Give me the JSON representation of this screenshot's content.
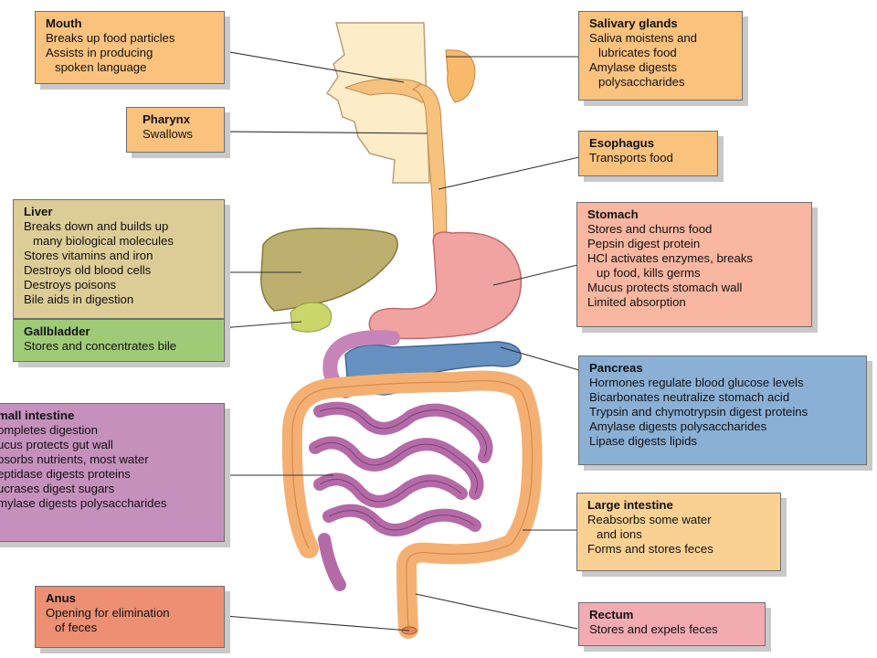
{
  "organs": {
    "mouth": {
      "title": "Mouth",
      "lines": [
        "Breaks up food particles",
        "Assists in producing",
        "spoken language"
      ]
    },
    "salivary": {
      "title": "Salivary glands",
      "lines": [
        "Saliva moistens and",
        "lubricates food",
        "Amylase digests",
        "polysaccharides"
      ]
    },
    "pharynx": {
      "title": "Pharynx",
      "lines": [
        "Swallows"
      ]
    },
    "esophagus": {
      "title": "Esophagus",
      "lines": [
        "Transports food"
      ]
    },
    "liver": {
      "title": "Liver",
      "lines": [
        "Breaks down and builds up",
        "many biological molecules",
        "Stores vitamins and iron",
        "Destroys old blood cells",
        "Destroys poisons",
        "Bile aids in digestion"
      ]
    },
    "stomach": {
      "title": "Stomach",
      "lines": [
        "Stores and churns food",
        "Pepsin digest protein",
        "HCl activates enzymes, breaks",
        "up food, kills germs",
        "Mucus protects stomach wall",
        "Limited absorption"
      ]
    },
    "gallbladder": {
      "title": "Gallbladder",
      "lines": [
        "Stores and concentrates bile"
      ]
    },
    "pancreas": {
      "title": "Pancreas",
      "lines": [
        "Hormones regulate blood glucose levels",
        "Bicarbonates neutralize stomach acid",
        "Trypsin and chymotrypsin digest proteins",
        "Amylase digests polysaccharides",
        "Lipase digests lipids"
      ]
    },
    "small_intestine": {
      "title": "mall intestine",
      "lines": [
        "ompletes digestion",
        "ucus protects gut wall",
        "bsorbs nutrients, most water",
        "eptidase digests proteins",
        "ucrases digest sugars",
        "mylase digests polysaccharides"
      ]
    },
    "large_intestine": {
      "title": "Large intestine",
      "lines": [
        "Reabsorbs some water",
        "and ions",
        "Forms and stores feces"
      ]
    },
    "anus": {
      "title": "Anus",
      "lines": [
        "Opening for elimination",
        "of feces"
      ]
    },
    "rectum": {
      "title": "Rectum",
      "lines": [
        "Stores and expels feces"
      ]
    }
  },
  "colors": {
    "mouth_box": "#fbc27e",
    "liver_box": "#dccd97",
    "gallbladder_box": "#9fcb77",
    "stomach_box": "#f9b6a0",
    "pancreas_box": "#8bb0d6",
    "small_intestine_box": "#c690bd",
    "large_intestine_box": "#fbd193",
    "anus_box": "#ec8f73",
    "rectum_box": "#f3abb2",
    "liver_organ": "#b8ad6c",
    "stomach_organ": "#f09898",
    "pancreas_organ": "#5f88ba",
    "intestine_organ": "#b066a4",
    "colon_organ": "#f5b26e",
    "head_outline": "#f7d7a0"
  }
}
